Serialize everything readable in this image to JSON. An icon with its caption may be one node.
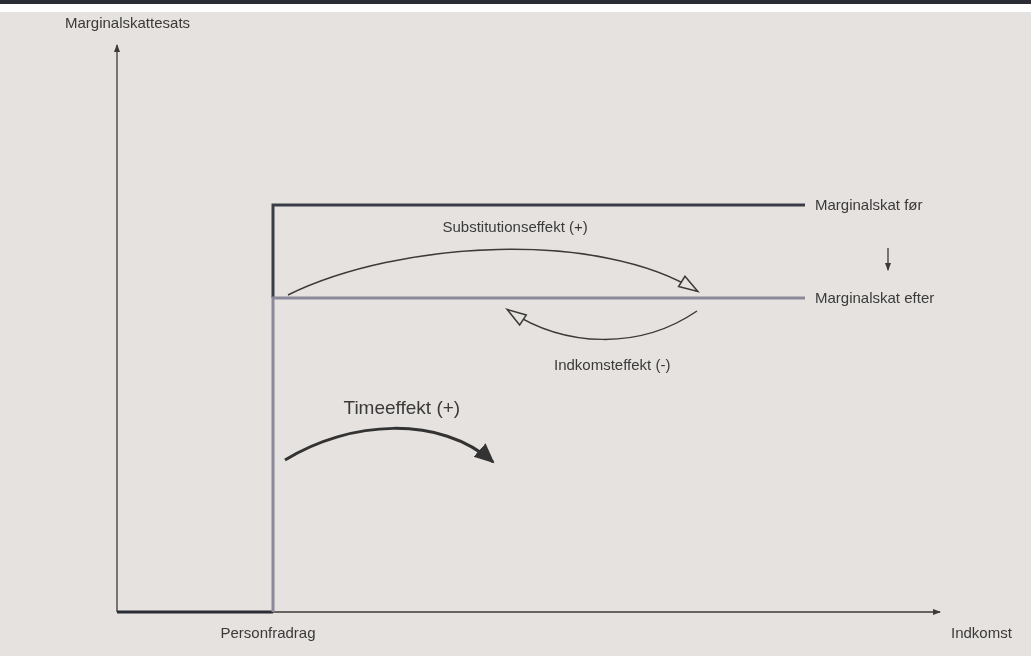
{
  "diagram": {
    "labels": [
      "Marginalskattesats",
      "Substitutionseffekt (+)",
      "Marginalskat før",
      "Marginalskat efter",
      "Indkomsteffekt (-)",
      "Timeeffekt (+)",
      "Personfradrag",
      "Indkomst"
    ]
  }
}
